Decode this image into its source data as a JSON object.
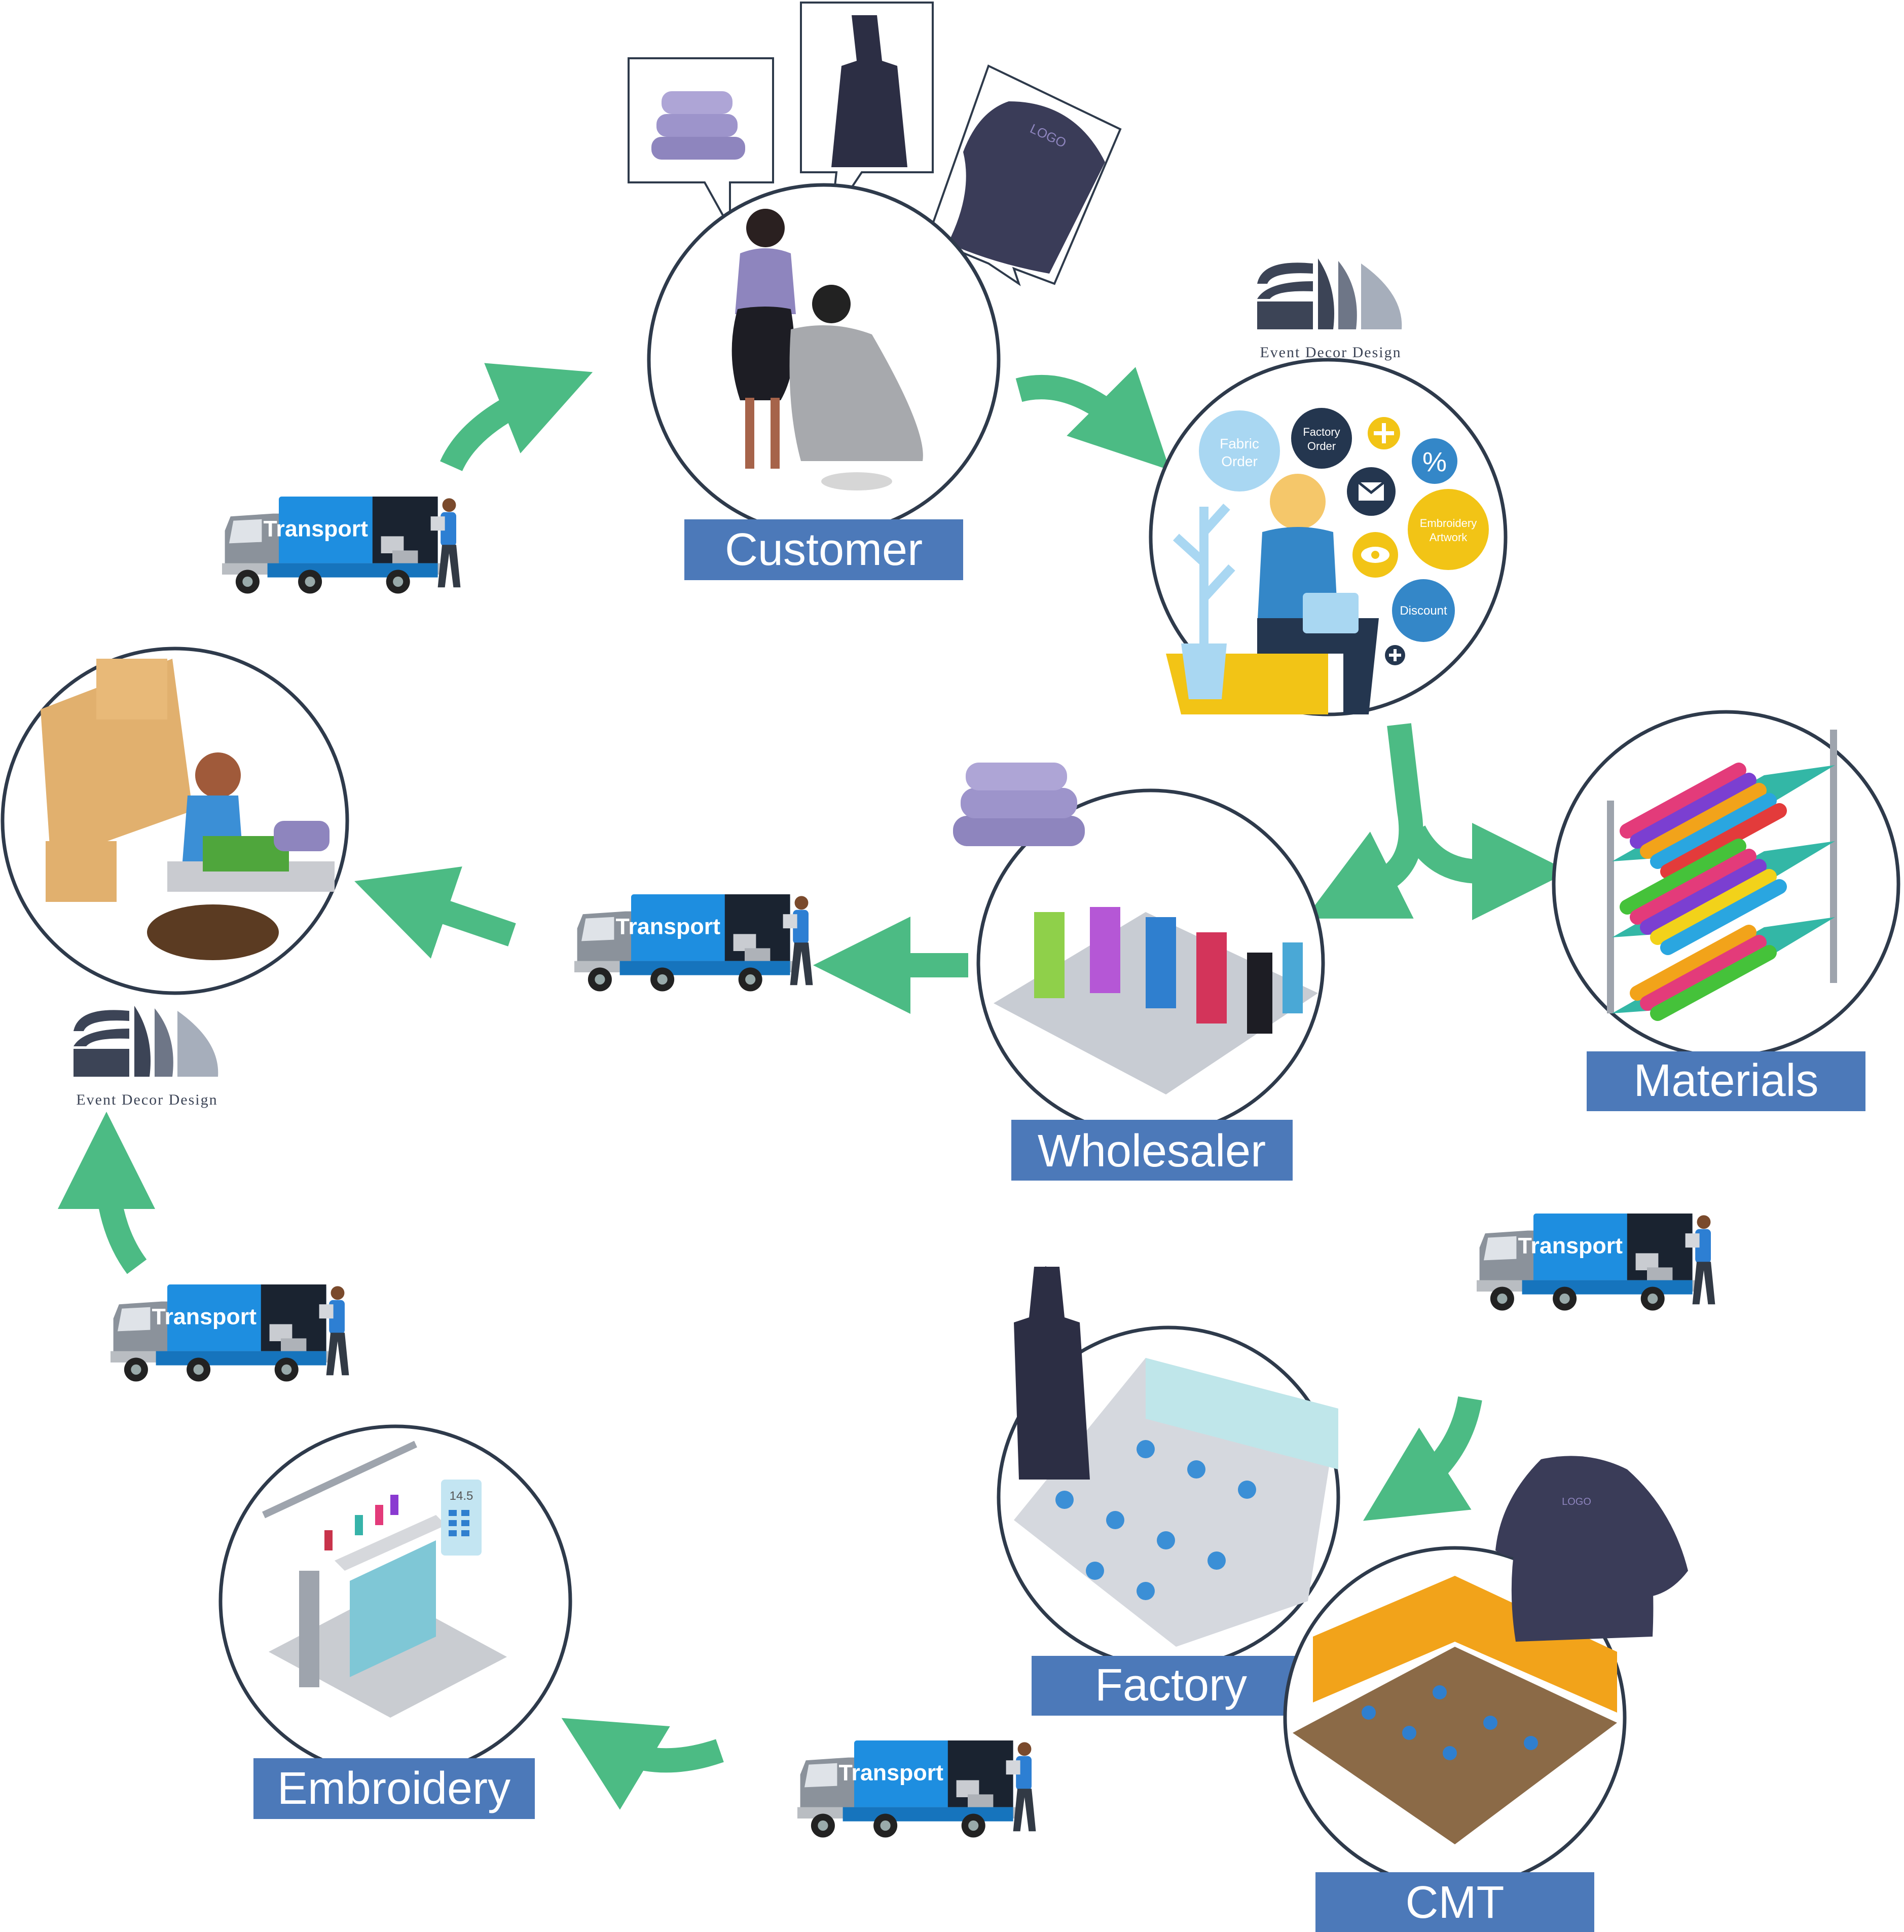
{
  "brand": {
    "name": "Event Decor Design",
    "colors": {
      "dark": "#3c4456",
      "light": "#a6aebb"
    }
  },
  "stages": {
    "customer": "Customer",
    "materials": "Materials",
    "wholesaler": "Wholesaler",
    "factory": "Factory",
    "cmt": "CMT",
    "embroidery": "Embroidery"
  },
  "transport_label": "Transport",
  "order_bubbles": {
    "fabric_order": [
      "Fabric",
      "Order"
    ],
    "factory_order": [
      "Factory",
      "Order"
    ],
    "embroidery_artwork": [
      "Embroidery",
      "Artwork"
    ],
    "discount": "Discount"
  },
  "logo_mark": "LOGO",
  "machine_display": "14.5",
  "colors": {
    "label_bg": "#4c79b9",
    "label_text": "#ffffff",
    "arrow": "#4cbb84",
    "truck_body": "#1e8ee0",
    "truck_cab": "#8b929b",
    "circle_stroke": "#2e3a4b",
    "garment": "#3a3c58",
    "towel": "#8e85be"
  }
}
